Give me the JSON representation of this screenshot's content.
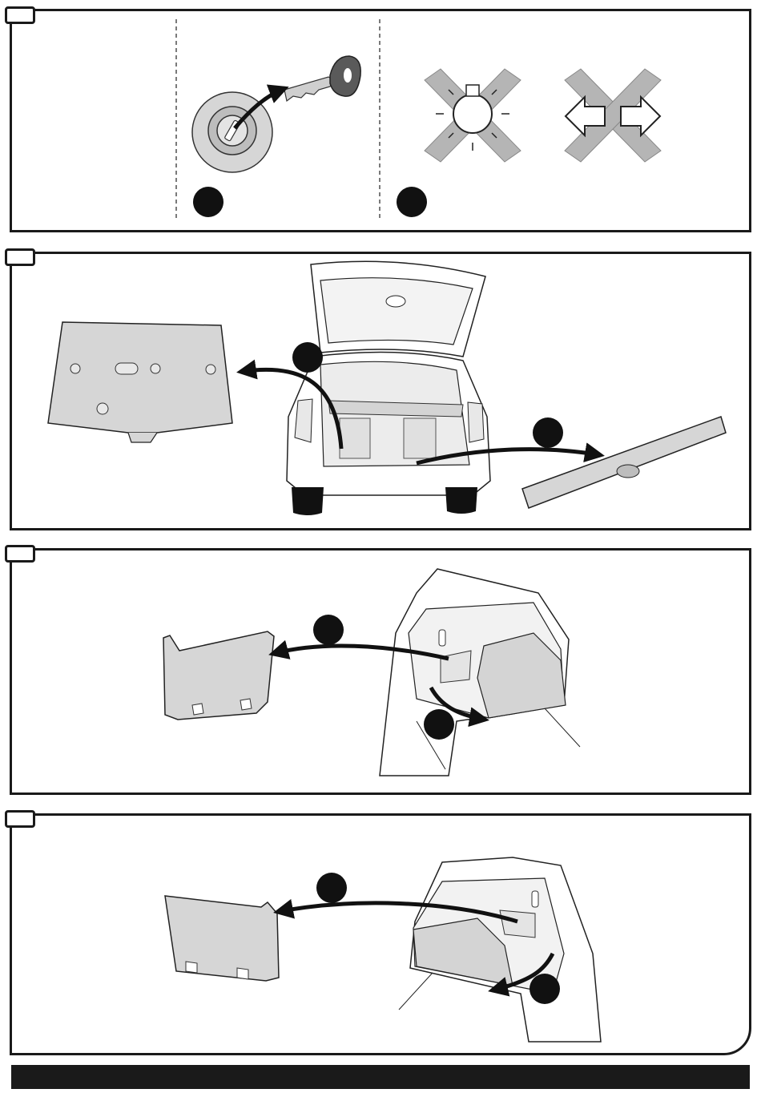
{
  "document": {
    "footer_bar_color": "#1a1a1a",
    "panels": [
      {
        "id": "step-1",
        "tab_label": "",
        "icons": [
          "ignition-key-icon",
          "no-lights-icon",
          "no-hazard-indicators-icon"
        ]
      },
      {
        "id": "step-2",
        "tab_label": "",
        "icons": [
          "parcel-shelf-icon",
          "car-rear-open-tailgate-icon",
          "sill-trim-icon"
        ]
      },
      {
        "id": "step-3",
        "tab_label": "",
        "icons": [
          "left-side-trim-panel-icon",
          "left-trunk-interior-icon"
        ]
      },
      {
        "id": "step-4",
        "tab_label": "",
        "icons": [
          "right-side-trim-panel-icon",
          "right-trunk-interior-icon"
        ]
      }
    ]
  }
}
